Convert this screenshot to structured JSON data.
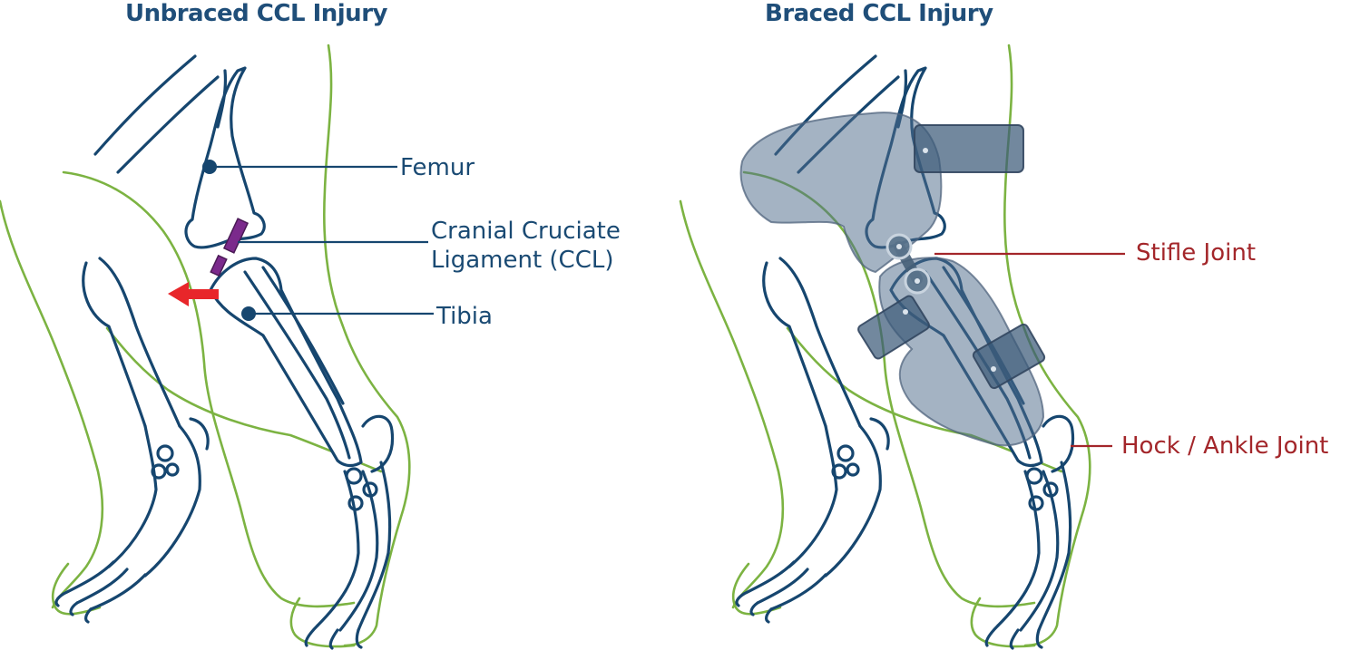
{
  "titles": {
    "left": "Unbraced CCL Injury",
    "right": "Braced CCL Injury"
  },
  "labels": {
    "femur": "Femur",
    "ccl_line1": "Cranial Cruciate",
    "ccl_line2": "Ligament (CCL)",
    "tibia": "Tibia",
    "stifle": "Stifle Joint",
    "hock": "Hock / Ankle Joint"
  },
  "colors": {
    "bone_outline": "#16466f",
    "skin_outline": "#7cb342",
    "label_blue": "#1a4a73",
    "label_red": "#a3262a",
    "ligament": "#7b2a8c",
    "arrow": "#e8262a",
    "brace": "#6a87a3"
  },
  "icons": {
    "movement_arrow": "arrow-left-icon"
  }
}
